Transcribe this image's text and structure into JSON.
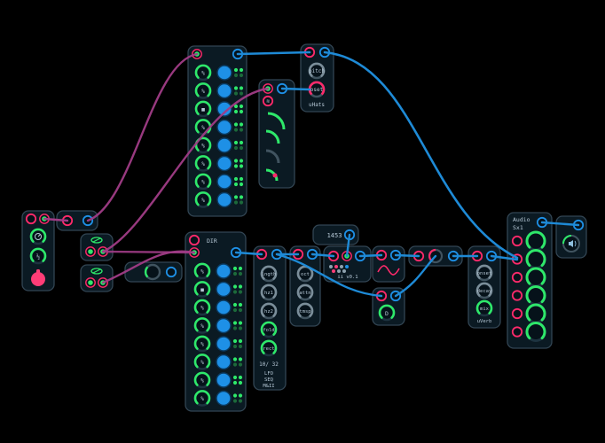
{
  "colors": {
    "background": "#000000",
    "module_fill": "#0b1a23",
    "module_stroke": "#324553",
    "jack_blue": "#1e90e6",
    "jack_red": "#ff2a6b",
    "knob_green": "#2ee86a",
    "cable_blue": "#1e8ad6",
    "cable_magenta": "#a03c86",
    "pink_knob": "#ff3d77"
  },
  "modules": {
    "transpose": {
      "labels": [
        "pitch",
        "oset",
        "uHats"
      ]
    },
    "sequencer_top": {
      "step_symbol": "%"
    },
    "dir_sequencer": {
      "title": "DIR",
      "step_symbol": "%"
    },
    "lfo": {
      "labels": [
        "lngth",
        "hz1",
        "hz2",
        "fold",
        "rect"
      ],
      "counter": "10/ 32",
      "footer": [
        "LFO",
        "SEQ",
        "M&II"
      ]
    },
    "attenuator": {
      "labels": [
        "oct",
        "attn",
        "tmsp"
      ]
    },
    "tempo_display": {
      "value": "1453"
    },
    "synth_voice": {
      "version": "ii v0.1"
    },
    "delay_mod": {
      "label": "D"
    },
    "reverb": {
      "labels": [
        "onset",
        "decay",
        "mix",
        "uVerb"
      ]
    },
    "audio_out": {
      "title": "Audio",
      "subtitle": "Sx1"
    },
    "speaker": {
      "icon": "speaker-icon"
    },
    "controller": {
      "icon": "clock-icon",
      "half": "½"
    }
  }
}
